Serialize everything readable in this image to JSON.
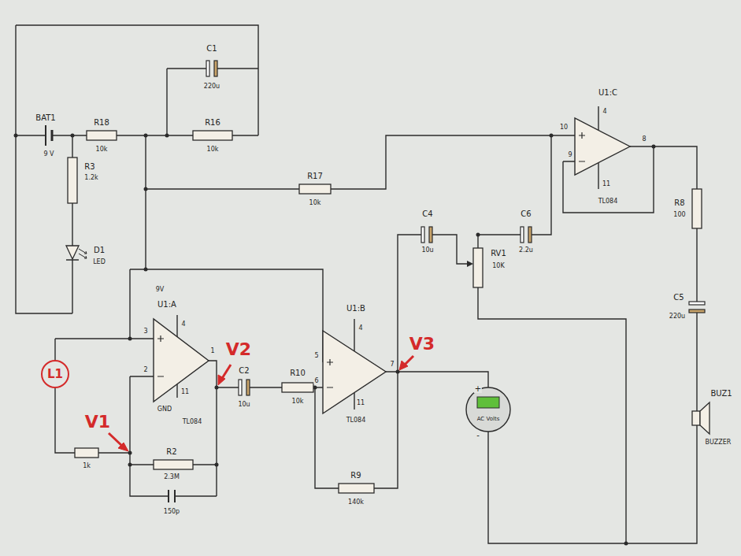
{
  "diagram": {
    "nodes": [
      {
        "text": [
          "L1"
        ]
      }
    ],
    "labels": [
      "C1",
      "220u",
      "BAT1",
      "9 V",
      "R18",
      "10k",
      "R16",
      "10k",
      "R3",
      "1.2k",
      "D1",
      "LED",
      "R17",
      "10k",
      "U1:C",
      "4",
      "10",
      "9",
      "8",
      "11",
      "TL084",
      "C4",
      "10u",
      "C6",
      "2.2u",
      "RV1",
      "10K",
      "R8",
      "100",
      "C5",
      "220u",
      "BUZ1",
      "BUZZER",
      "9V",
      "U1:A",
      "4",
      "3",
      "2",
      "1",
      "11",
      "GND",
      "TL084",
      "V2",
      "V1",
      "C2",
      "10u",
      "R10",
      "10k",
      "U1:B",
      "4",
      "5",
      "6",
      "7",
      "11",
      "TL084",
      "V3",
      "R2",
      "2.3M",
      "1k",
      "150p",
      "R9",
      "140k",
      "+",
      "-",
      "AC Volts"
    ]
  }
}
